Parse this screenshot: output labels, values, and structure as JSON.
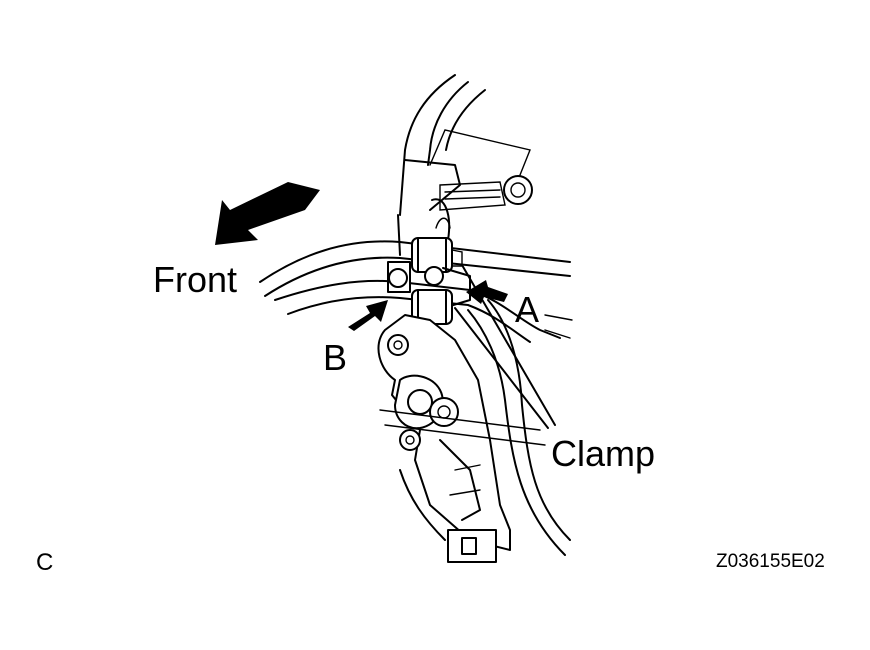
{
  "labels": {
    "front": "Front",
    "a": "A",
    "b": "B",
    "clamp": "Clamp",
    "corner": "C",
    "code": "Z036155E02"
  },
  "colors": {
    "line": "#000000",
    "background": "#ffffff"
  },
  "icons": {
    "front_arrow": "front-direction-arrow-icon",
    "callout_a": "arrow-a-icon",
    "callout_b": "arrow-b-icon"
  }
}
